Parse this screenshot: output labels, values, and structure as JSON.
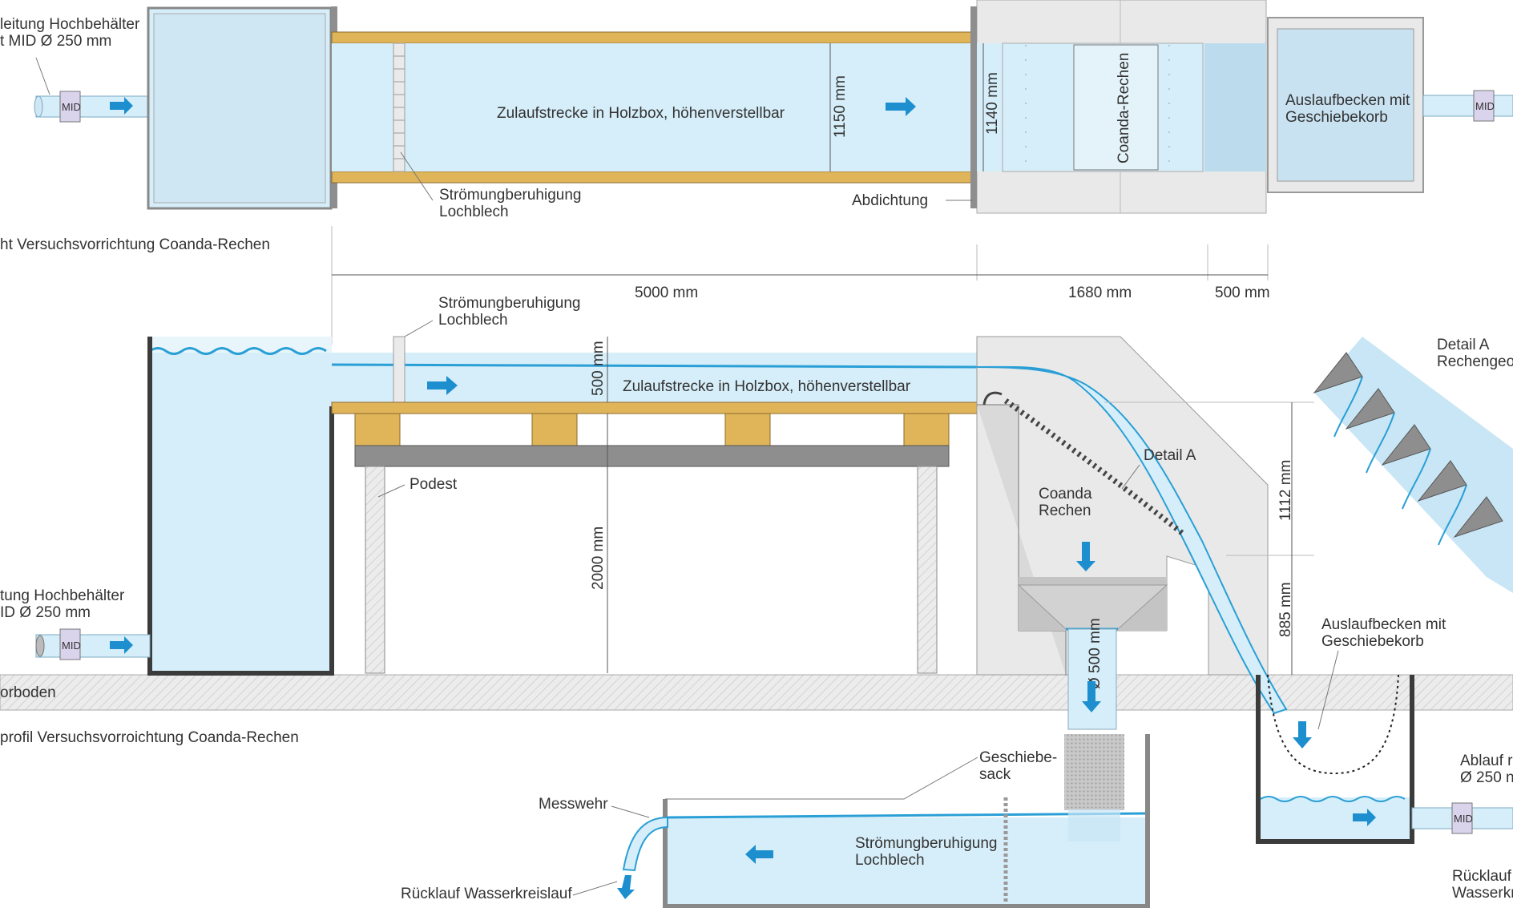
{
  "colors": {
    "water": "#d6eef9",
    "water_line": "#2a9fd6",
    "arrow": "#1d8fcf",
    "wood": "#e0b55a",
    "concrete": "#e9e9e9",
    "steel": "#8e8e8e",
    "wall": "#3b3b3b"
  },
  "top_view": {
    "inlet_label": "leitung Hochbehälter",
    "inlet_label_2": "t MID Ø 250 mm",
    "mid_inlet": "MID",
    "channel_label": "Zulaufstrecke in Holzbox, höhenverstellbar",
    "width_1150": "1150 mm",
    "width_1140": "1140 mm",
    "coanda_label": "Coanda-Rechen",
    "outlet_label": "Auslaufbecken mit",
    "outlet_label_2": "Geschiebekorb",
    "mid_outlet": "MID",
    "flow_calm": "Strömungberuhigung",
    "flow_calm_2": "Lochblech",
    "sealing": "Abdichtung",
    "caption": "ht Versuchsvorrichtung Coanda-Rechen"
  },
  "dimensions": {
    "d5000": "5000 mm",
    "d1680": "1680 mm",
    "d500": "500 mm"
  },
  "side_view": {
    "flow_calm": "Strömungberuhigung",
    "flow_calm_2": "Lochblech",
    "h500": "500 mm",
    "channel_label": "Zulaufstrecke in Holzbox, höhenverstellbar",
    "podest": "Podest",
    "h2000": "2000  mm",
    "detail_a": "Detail A",
    "coanda": "Coanda",
    "coanda_2": "Rechen",
    "h1112": "1112 mm",
    "h885": "885 mm",
    "d500_pipe": "Ø 500 mm",
    "inlet_label": "tung Hochbehälter",
    "inlet_label_2": "ID Ø 250 mm",
    "mid_inlet": "MID",
    "floor": "orboden",
    "caption": "profil Versuchsvorroichtung Coanda-Rechen",
    "outlet_basin": "Auslaufbecken mit",
    "outlet_basin_2": "Geschiebekorb",
    "detail_title": "Detail A",
    "detail_title_2": "Rechengeo",
    "sediment_bag": "Geschiebe-",
    "sediment_bag_2": "sack",
    "weir": "Messwehr",
    "tank_calm": "Strömungberuhigung",
    "tank_calm_2": "Lochblech",
    "return_loop": "Rücklauf Wasserkreislauf",
    "drain": "Ablauf r",
    "drain_2": "Ø 250 n",
    "mid_drain": "MID",
    "return_2": "Rücklauf",
    "return_2b": "Wasserkr"
  }
}
